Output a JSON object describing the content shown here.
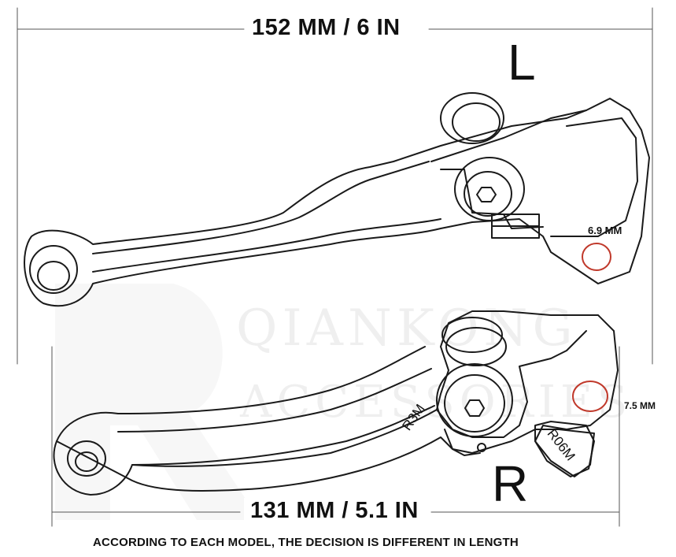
{
  "watermark": {
    "line1": "QIANKONG",
    "line2": "ACCESSORIES"
  },
  "top_lever": {
    "side_letter": "L",
    "overall_length": "152 MM / 6 IN",
    "hole_diameter": "6.9 MM"
  },
  "bottom_lever": {
    "side_letter": "R",
    "overall_length": "131 MM / 5.1 IN",
    "hole_diameter": "7.5 MM",
    "stamp_body": "R3M",
    "stamp_tab": "R06M"
  },
  "footer_note": "ACCORDING TO EACH MODEL, THE DECISION IS DIFFERENT IN LENGTH",
  "colors": {
    "line": "#1a1a1a",
    "dimension_line": "#555555",
    "hole_highlight": "#c0392b",
    "watermark": "#000000"
  }
}
